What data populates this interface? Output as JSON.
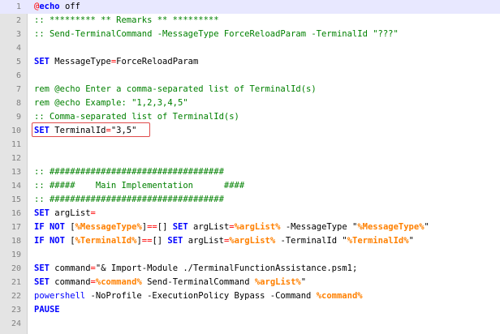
{
  "editor": {
    "colors": {
      "default": "#000000",
      "keyword": "#0000ff",
      "comment": "#008000",
      "variable": "#ff8000",
      "operator": "#ff0000",
      "string": "#808080",
      "line_number": "#808080",
      "gutter": "#e4e4e4",
      "current_line": "#e8e8ff",
      "highlight_box": "#e04b4b"
    },
    "current_line": 1,
    "highlighted_line": 10,
    "lines": [
      {
        "n": "1",
        "t": [
          [
            "op",
            "@"
          ],
          [
            "kw",
            "echo"
          ],
          [
            "d",
            " off"
          ]
        ]
      },
      {
        "n": "2",
        "t": [
          [
            "cm",
            ":: ********* ** Remarks ** *********"
          ]
        ]
      },
      {
        "n": "3",
        "t": [
          [
            "cm",
            ":: Send-TerminalCommand -MessageType ForceReloadParam -TerminalId \"???\""
          ]
        ]
      },
      {
        "n": "4",
        "t": []
      },
      {
        "n": "5",
        "t": [
          [
            "kw",
            "SET"
          ],
          [
            "d",
            " MessageType"
          ],
          [
            "op",
            "="
          ],
          [
            "d",
            "ForceReloadParam"
          ]
        ]
      },
      {
        "n": "6",
        "t": []
      },
      {
        "n": "7",
        "t": [
          [
            "cm",
            "rem @echo Enter a comma-separated list of TerminalId(s)"
          ]
        ]
      },
      {
        "n": "8",
        "t": [
          [
            "cm",
            "rem @echo Example: \"1,2,3,4,5\""
          ]
        ]
      },
      {
        "n": "9",
        "t": [
          [
            "cm",
            ":: Comma-separated list of TerminalId(s)"
          ]
        ]
      },
      {
        "n": "10",
        "t": [
          [
            "kw",
            "SET"
          ],
          [
            "d",
            " TerminalId"
          ],
          [
            "op",
            "="
          ],
          [
            "d",
            "\"3,5\""
          ]
        ]
      },
      {
        "n": "11",
        "t": []
      },
      {
        "n": "12",
        "t": []
      },
      {
        "n": "13",
        "t": [
          [
            "cm",
            ":: ##################################"
          ]
        ]
      },
      {
        "n": "14",
        "t": [
          [
            "cm",
            ":: #####    Main Implementation      ####"
          ]
        ]
      },
      {
        "n": "15",
        "t": [
          [
            "cm",
            ":: ##################################"
          ]
        ]
      },
      {
        "n": "16",
        "t": [
          [
            "kw",
            "SET"
          ],
          [
            "d",
            " argList"
          ],
          [
            "op",
            "="
          ]
        ]
      },
      {
        "n": "17",
        "t": [
          [
            "kw",
            "IF NOT"
          ],
          [
            "d",
            " ["
          ],
          [
            "var",
            "%MessageType%"
          ],
          [
            "d",
            "]"
          ],
          [
            "op",
            "=="
          ],
          [
            "d",
            "[] "
          ],
          [
            "kw",
            "SET"
          ],
          [
            "d",
            " argList"
          ],
          [
            "op",
            "="
          ],
          [
            "var",
            "%argList%"
          ],
          [
            "d",
            " -MessageType \""
          ],
          [
            "var",
            "%MessageType%"
          ],
          [
            "d",
            "\""
          ]
        ]
      },
      {
        "n": "18",
        "t": [
          [
            "kw",
            "IF NOT"
          ],
          [
            "d",
            " ["
          ],
          [
            "var",
            "%TerminalId%"
          ],
          [
            "d",
            "]"
          ],
          [
            "op",
            "=="
          ],
          [
            "d",
            "[] "
          ],
          [
            "kw",
            "SET"
          ],
          [
            "d",
            " argList"
          ],
          [
            "op",
            "="
          ],
          [
            "var",
            "%argList%"
          ],
          [
            "d",
            " -TerminalId \""
          ],
          [
            "var",
            "%TerminalId%"
          ],
          [
            "d",
            "\""
          ]
        ]
      },
      {
        "n": "19",
        "t": []
      },
      {
        "n": "20",
        "t": [
          [
            "kw",
            "SET"
          ],
          [
            "d",
            " command"
          ],
          [
            "op",
            "="
          ],
          [
            "d",
            "\"& Import-Module ./TerminalFunctionAssistance.psm1;"
          ]
        ]
      },
      {
        "n": "21",
        "t": [
          [
            "kw",
            "SET"
          ],
          [
            "d",
            " command"
          ],
          [
            "op",
            "="
          ],
          [
            "var",
            "%command%"
          ],
          [
            "d",
            " Send-TerminalCommand "
          ],
          [
            "var",
            "%argList%"
          ],
          [
            "d",
            "\""
          ]
        ]
      },
      {
        "n": "22",
        "t": [
          [
            "ps",
            "powershell"
          ],
          [
            "d",
            " -NoProfile -ExecutionPolicy Bypass -Command "
          ],
          [
            "var",
            "%command%"
          ]
        ]
      },
      {
        "n": "23",
        "t": [
          [
            "kw",
            "PAUSE"
          ]
        ]
      },
      {
        "n": "24",
        "t": []
      }
    ]
  }
}
